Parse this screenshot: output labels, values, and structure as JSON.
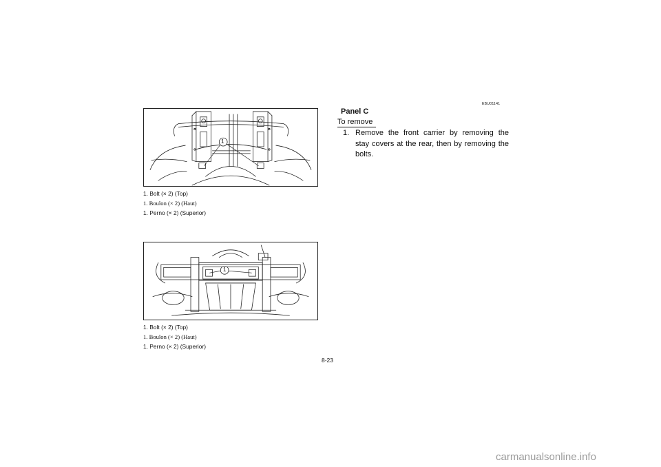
{
  "figure_top": {
    "callout": "1",
    "captions": [
      "1.  Bolt (× 2) (Top)",
      "1.  Boulon (× 2) (Haut)",
      "1.  Perno (× 2) (Superior)"
    ]
  },
  "figure_bottom": {
    "callout": "1",
    "captions": [
      "1.  Bolt (× 2) (Top)",
      "1.  Boulon (× 2) (Haut)",
      "1.  Perno (× 2) (Superior)"
    ]
  },
  "section": {
    "code": "EBU01141",
    "title": "Panel C",
    "subtitle": "To remove",
    "step_number": "1.",
    "step_text": "Remove the front carrier by removing the stay covers at the rear, then by removing the bolts."
  },
  "page_number": "8-23",
  "watermark": "carmanualsonline.info"
}
